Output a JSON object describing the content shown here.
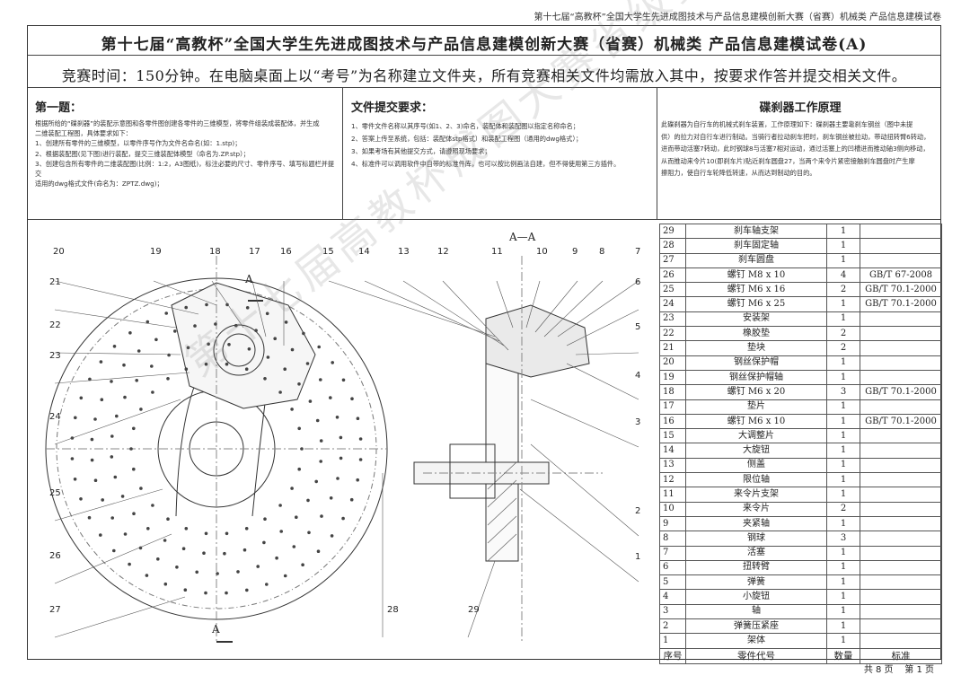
{
  "header_tag": "第十七届“高教杯”全国大学生先进成图技术与产品信息建模创新大赛（省赛）机械类 产品信息建模试卷",
  "title": "第十七届“高教杯”全国大学生先进成图技术与产品信息建模创新大赛（省赛）机械类 产品信息建模试卷(A)",
  "subtitle": "竞赛时间：150分钟。在电脑桌面上以“考号”为名称建立文件夹，所有竞赛相关文件均需放入其中，按要求作答并提交相关文件。",
  "section1": {
    "heading": "第一题：",
    "lines": [
      "根据所给的“碟刹器”的装配示意图和各零件图创建各零件的三维模型，将零件组装成装配体，并生成",
      "二维装配工程图，具体要求如下：",
      "1、创建所有零件的三维模型，以零件序号作为文件名命名(如：1.stp)；",
      "2、根据装配图(见下图)进行装配，提交三维装配体模型（命名为.ZP.stp）；",
      "3、创建包含所有零件的二维装配图(比例：1:2，A3图纸)，标注必要的尺寸、零件序号、填写标题栏并提交",
      "适用的dwg格式文件(命名为：ZPTZ.dwg)；"
    ]
  },
  "section2": {
    "heading": "文件提交要求：",
    "lines": [
      "1、零件文件名称以其序号(如1、2、3)命名，装配体和装配图以指定名称命名；",
      "2、答案上传至系统，包括：装配体stp格式）和装配工程图（通用的dwg格式）；",
      "3、如果考场有其他提交方式，请遵照现场要求；",
      "4、标准件可以调用软件中自带的标准件库，也可以按比例画法自建，但不得使用第三方插件。"
    ]
  },
  "section3": {
    "heading": "碟刹器工作原理",
    "lines": [
      "此碟刹器为自行车的机械式刹车装置，工作原理如下：碟刹器主要靠刹车钢丝（图中未提",
      "供）的拉力对自行车进行制动。当骑行者拉动刹车把时，刹车钢丝被拉动，带动扭转臂6转动，",
      "进而带动活塞7转动，此时钢球8与活塞7相对运动，通过活塞上的凹槽进而推动轴3侧向移动，",
      "从而推动来令片10(即刹车片)贴近刹车圆盘27，当两个来令片紧密接触刹车圆盘时产生摩",
      "擦阻力，使自行车轮降低转速，从而达到制动的目的。"
    ]
  },
  "drawing": {
    "section_label": "A—A",
    "cut_label_top": "A",
    "cut_label_bottom": "A",
    "callouts_left": [
      "20",
      "19",
      "18",
      "17",
      "16",
      "21",
      "22",
      "23",
      "24",
      "25",
      "26",
      "27"
    ],
    "callouts_mid": [
      "15",
      "14",
      "13",
      "12",
      "11",
      "10",
      "9",
      "8",
      "7",
      "6",
      "5",
      "4",
      "3",
      "2",
      "1",
      "28",
      "29"
    ]
  },
  "bom": {
    "rows": [
      [
        "29",
        "刹车轴支架",
        "1",
        ""
      ],
      [
        "28",
        "刹车固定轴",
        "1",
        ""
      ],
      [
        "27",
        "刹车圆盘",
        "1",
        ""
      ],
      [
        "26",
        "螺钉 M8 x 10",
        "4",
        "GB/T 67-2008"
      ],
      [
        "25",
        "螺钉 M6 x 16",
        "2",
        "GB/T 70.1-2000"
      ],
      [
        "24",
        "螺钉 M6 x 25",
        "1",
        "GB/T 70.1-2000"
      ],
      [
        "23",
        "安装架",
        "1",
        ""
      ],
      [
        "22",
        "橡胶垫",
        "2",
        ""
      ],
      [
        "21",
        "垫块",
        "2",
        ""
      ],
      [
        "20",
        "钢丝保护帽",
        "1",
        ""
      ],
      [
        "19",
        "钢丝保护帽轴",
        "1",
        ""
      ],
      [
        "18",
        "螺钉 M6 x 20",
        "3",
        "GB/T 70.1-2000"
      ],
      [
        "17",
        "垫片",
        "1",
        ""
      ],
      [
        "16",
        "螺钉 M6 x 10",
        "1",
        "GB/T 70.1-2000"
      ],
      [
        "15",
        "大调整片",
        "1",
        ""
      ],
      [
        "14",
        "大旋钮",
        "1",
        ""
      ],
      [
        "13",
        "侧盖",
        "1",
        ""
      ],
      [
        "12",
        "限位轴",
        "1",
        ""
      ],
      [
        "11",
        "来令片支架",
        "1",
        ""
      ],
      [
        "10",
        "来令片",
        "2",
        ""
      ],
      [
        "9",
        "夹紧轴",
        "1",
        ""
      ],
      [
        "8",
        "钢球",
        "3",
        ""
      ],
      [
        "7",
        "活塞",
        "1",
        ""
      ],
      [
        "6",
        "扭转臂",
        "1",
        ""
      ],
      [
        "5",
        "弹簧",
        "1",
        ""
      ],
      [
        "4",
        "小旋钮",
        "1",
        ""
      ],
      [
        "3",
        "轴",
        "1",
        ""
      ],
      [
        "2",
        "弹簧压紧座",
        "1",
        ""
      ],
      [
        "1",
        "架体",
        "1",
        ""
      ]
    ],
    "header": [
      "序号",
      "零件代号",
      "数量",
      "标准"
    ]
  },
  "footer": {
    "total": "共 8 页",
    "page": "第 1 页"
  },
  "watermark": "第十七届高教杯成图大赛省级赛"
}
